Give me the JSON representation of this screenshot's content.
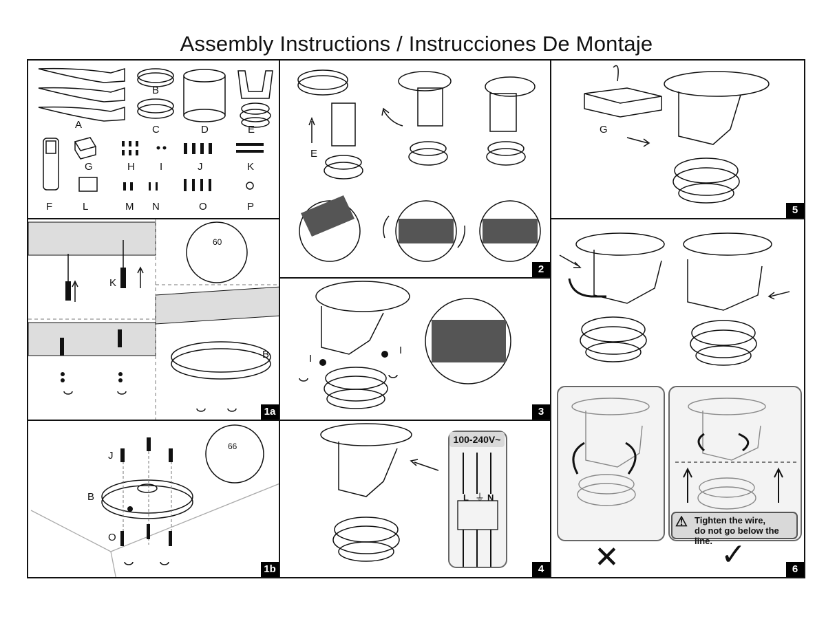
{
  "title": "Assembly Instructions / Instrucciones De Montaje",
  "parts": [
    "A",
    "B",
    "C",
    "D",
    "E",
    "F",
    "G",
    "H",
    "I",
    "J",
    "K",
    "L",
    "M",
    "N",
    "O",
    "P"
  ],
  "steps": {
    "s1a": "1a",
    "s1b": "1b",
    "s2": "2",
    "s3": "3",
    "s4": "4",
    "s5": "5",
    "s6": "6"
  },
  "step1a": {
    "label_k": "K",
    "label_b": "B",
    "dimension": "60"
  },
  "step1b": {
    "label_j": "J",
    "label_b": "B",
    "label_o": "O",
    "dimension": "66"
  },
  "step2": {
    "label_e": "E"
  },
  "step3": {
    "label_i_left": "I",
    "label_i_right": "I"
  },
  "step4": {
    "voltage": "100-240V~",
    "terminal_l": "L",
    "terminal_n": "N"
  },
  "step5": {
    "label_g": "G"
  },
  "step6": {
    "warning": [
      "Tighten the wire,",
      "do not go below the line."
    ],
    "wrong": "✕",
    "right": "✓"
  },
  "colors": {
    "line": "#111111",
    "step_bg": "#000000",
    "warning_bg": "#d9d9d9"
  }
}
